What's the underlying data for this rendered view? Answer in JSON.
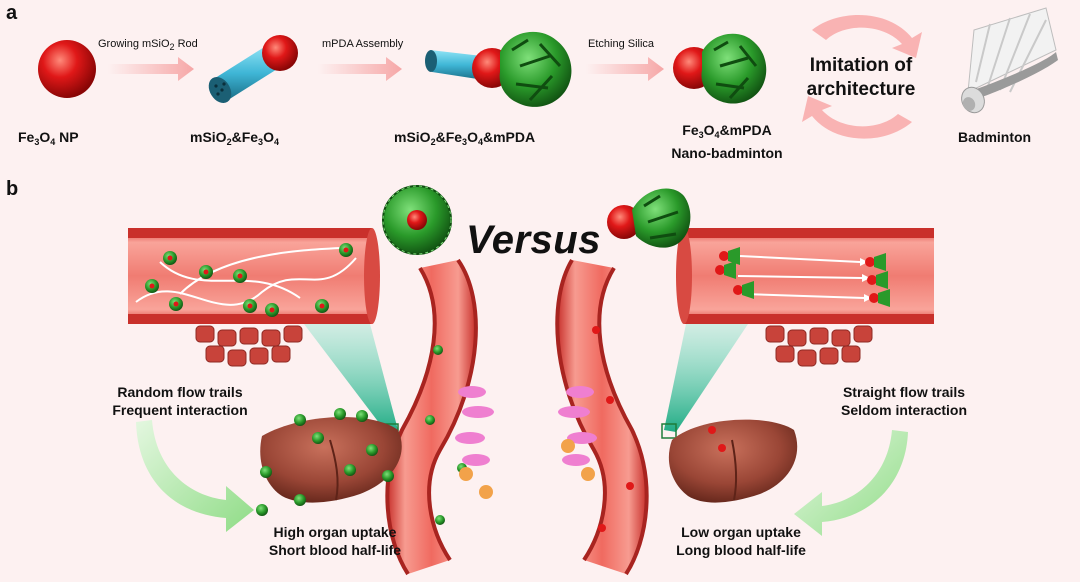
{
  "panel_a": {
    "label": "a",
    "items": [
      {
        "name_parts": [
          "Fe",
          "3",
          "O",
          "4",
          " NP"
        ]
      },
      {
        "name_parts": [
          "mSiO",
          "2",
          "&Fe",
          "3",
          "O",
          "4"
        ]
      },
      {
        "name_parts": [
          "mSiO",
          "2",
          "&Fe",
          "3",
          "O",
          "4",
          "&mPDA"
        ]
      },
      {
        "name_parts": [
          "Fe",
          "3",
          "O",
          "4",
          "&mPDA"
        ],
        "line2": "Nano-badminton"
      },
      {
        "name_parts": [
          "Badminton"
        ]
      }
    ],
    "steps": [
      {
        "label_parts": [
          "Growing mSiO",
          "2",
          " Rod"
        ]
      },
      {
        "label_parts": [
          "mPDA Assembly"
        ]
      },
      {
        "label_parts": [
          "Etching Silica"
        ]
      }
    ],
    "imitation": {
      "line1": "Imitation of",
      "line2": "architecture"
    }
  },
  "panel_b": {
    "label": "b",
    "versus": "Versus",
    "left": {
      "flow_line1": "Random flow trails",
      "flow_line2": "Frequent interaction",
      "outcome_line1": "High organ uptake",
      "outcome_line2": "Short blood half-life"
    },
    "right": {
      "flow_line1": "Straight flow trails",
      "flow_line2": "Seldom interaction",
      "outcome_line1": "Low organ uptake",
      "outcome_line2": "Long blood half-life"
    }
  },
  "colors": {
    "background": "#fdf1f1",
    "nanoparticle_red": "#e01818",
    "silica_cyan": "#3fb6d6",
    "mpda_green": "#2a9a2a",
    "vessel_red": "#f05a52",
    "organ_brown": "#9a4636",
    "arrow_pink": "#f6b8b8",
    "beam_teal": "#2fbf9a",
    "flow_arrow_green": "#aee5a8"
  }
}
